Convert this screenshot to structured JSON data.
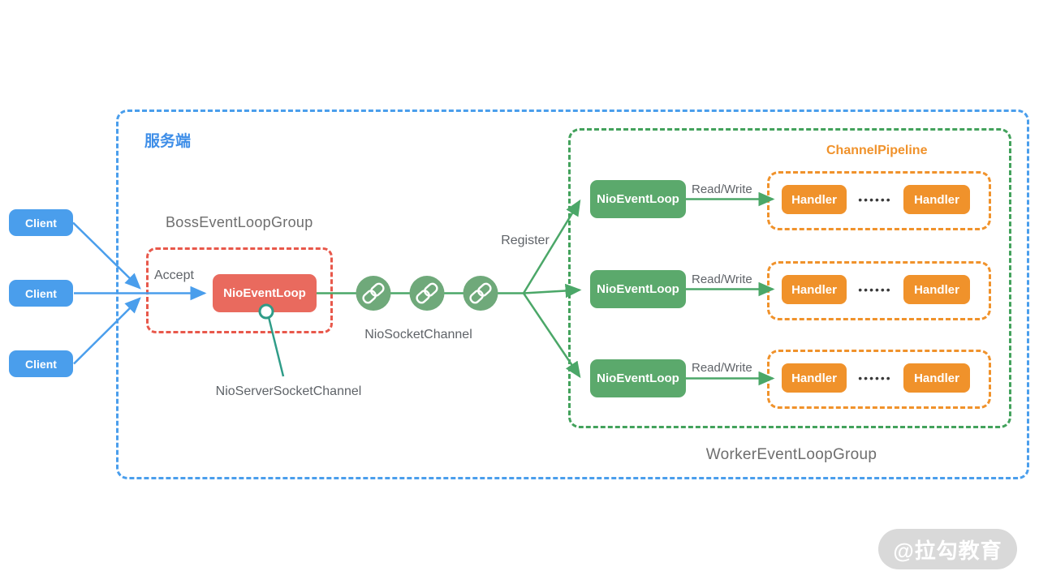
{
  "colors": {
    "blue": "#4A9EEC",
    "blue-text": "#3E8EE8",
    "red": "#E96A5E",
    "red-border": "#E8584B",
    "green": "#5BA96C",
    "green-line": "#4BA768",
    "green-border": "#43A25C",
    "circle-green": "#6FA97A",
    "orange": "#F0922B",
    "teal": "#2F9C88",
    "gray-text": "#6E6E6E",
    "label-gray": "#5F6368",
    "dots-color": "#3A3A3A",
    "watermark-bg": "#D9D9D9"
  },
  "server_group": {
    "label": "服务端"
  },
  "clients": [
    {
      "label": "Client"
    },
    {
      "label": "Client"
    },
    {
      "label": "Client"
    }
  ],
  "boss": {
    "title": "BossEventLoopGroup",
    "accept_label": "Accept",
    "event_loop_label": "NioEventLoop",
    "server_socket_channel_label": "NioServerSocketChannel"
  },
  "socket_channel_label": "NioSocketChannel",
  "register_label": "Register",
  "worker": {
    "title": "WorkerEventLoopGroup",
    "pipeline_title": "ChannelPipeline",
    "rows": [
      {
        "event_loop": "NioEventLoop",
        "read_write": "Read/Write",
        "handler1": "Handler",
        "dots": "••••••",
        "handler2": "Handler"
      },
      {
        "event_loop": "NioEventLoop",
        "read_write": "Read/Write",
        "handler1": "Handler",
        "dots": "••••••",
        "handler2": "Handler"
      },
      {
        "event_loop": "NioEventLoop",
        "read_write": "Read/Write",
        "handler1": "Handler",
        "dots": "••••••",
        "handler2": "Handler"
      }
    ]
  },
  "watermark": "@拉勾教育"
}
